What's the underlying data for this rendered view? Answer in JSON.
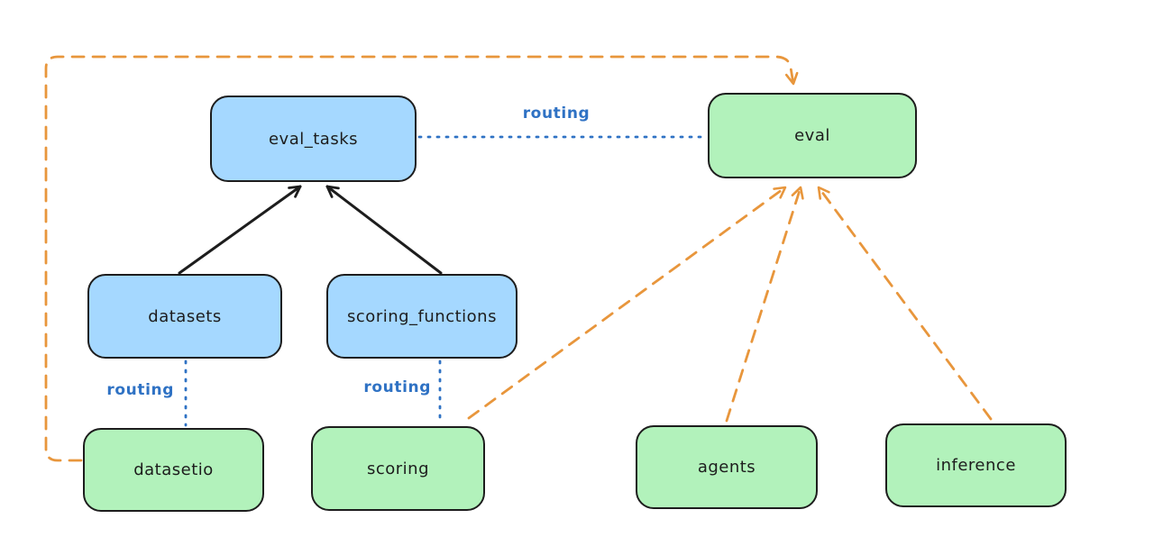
{
  "diagram": {
    "nodes": {
      "eval_tasks": {
        "label": "eval_tasks",
        "fill": "#a5d8ff"
      },
      "eval": {
        "label": "eval",
        "fill": "#b2f2bb"
      },
      "datasets": {
        "label": "datasets",
        "fill": "#a5d8ff"
      },
      "scoring_functions": {
        "label": "scoring_functions",
        "fill": "#a5d8ff"
      },
      "datasetio": {
        "label": "datasetio",
        "fill": "#b2f2bb"
      },
      "scoring": {
        "label": "scoring",
        "fill": "#b2f2bb"
      },
      "agents": {
        "label": "agents",
        "fill": "#b2f2bb"
      },
      "inference": {
        "label": "inference",
        "fill": "#b2f2bb"
      }
    },
    "edges": [
      {
        "from": "eval_tasks",
        "to": "eval",
        "style": "dotted",
        "color": "#2f72c4",
        "label": "routing"
      },
      {
        "from": "datasets",
        "to": "datasetio",
        "style": "dotted",
        "color": "#2f72c4",
        "label": "routing"
      },
      {
        "from": "scoring_functions",
        "to": "scoring",
        "style": "dotted",
        "color": "#2f72c4",
        "label": "routing"
      },
      {
        "from": "datasets",
        "to": "eval_tasks",
        "style": "solid-arrow",
        "color": "#1d1d1d"
      },
      {
        "from": "scoring_functions",
        "to": "eval_tasks",
        "style": "solid-arrow",
        "color": "#1d1d1d"
      },
      {
        "from": "datasetio",
        "to": "eval",
        "style": "dashed-arrow",
        "color": "#e8963c"
      },
      {
        "from": "scoring",
        "to": "eval",
        "style": "dashed-arrow",
        "color": "#e8963c"
      },
      {
        "from": "agents",
        "to": "eval",
        "style": "dashed-arrow",
        "color": "#e8963c"
      },
      {
        "from": "inference",
        "to": "eval",
        "style": "dashed-arrow",
        "color": "#e8963c"
      }
    ]
  },
  "colors": {
    "blue-fill": "#a5d8ff",
    "green-fill": "#b2f2bb",
    "stroke": "#1d1d1d",
    "orange": "#e8963c",
    "routing-blue": "#2f72c4",
    "background": "#ffffff"
  }
}
